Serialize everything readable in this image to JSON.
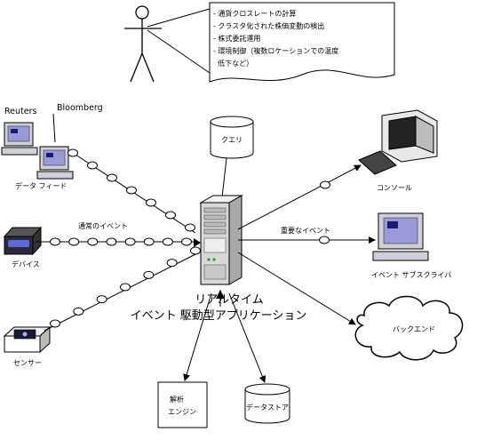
{
  "colors": {
    "stroke": "#000000",
    "screen": "#9a9ad8",
    "screen_dark": "#1a1a6e",
    "device_body": "#2a2a3a",
    "server_body": "#d8d8d8"
  },
  "note": {
    "lines": [
      "- 通貨クロスレートの計算",
      "- クラスタ化された株価変動の検出",
      "- 株式委託運用",
      "- 環境制御（複数ロケーションでの温度",
      "  低下など）"
    ]
  },
  "sources": {
    "reuters": "Reuters",
    "bloomberg": "Bloomberg",
    "data_feed": "データ フィード",
    "device": "デバイス",
    "sensor": "センサー",
    "normal_event": "通常のイベント"
  },
  "center": {
    "query": "クエリ",
    "title_line1": "リアルタイム",
    "title_line2": "イベント 駆動型アプリケーション"
  },
  "outputs": {
    "console": "コンソール",
    "important_event": "重要なイベント",
    "subscriber": "イベント サブスクライバ",
    "backend": "バックエンド"
  },
  "bottom": {
    "analysis_line1": "解析",
    "analysis_line2": "エンジン",
    "datastore": "データストア"
  },
  "icons": [
    "person-icon",
    "computer-icon",
    "database-icon",
    "server-icon",
    "cloud-icon",
    "device-icon",
    "sensor-icon",
    "console-icon"
  ]
}
